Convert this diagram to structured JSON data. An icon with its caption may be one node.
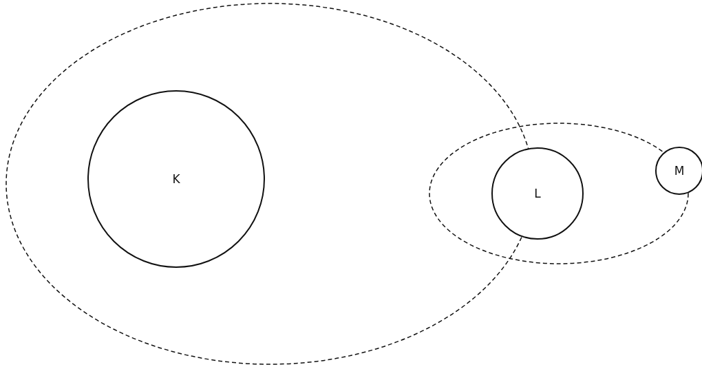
{
  "diagram": {
    "nodes": [
      {
        "text": [
          "K"
        ]
      },
      {
        "text": [
          "L"
        ]
      },
      {
        "text": [
          "M"
        ]
      }
    ],
    "edges": []
  }
}
